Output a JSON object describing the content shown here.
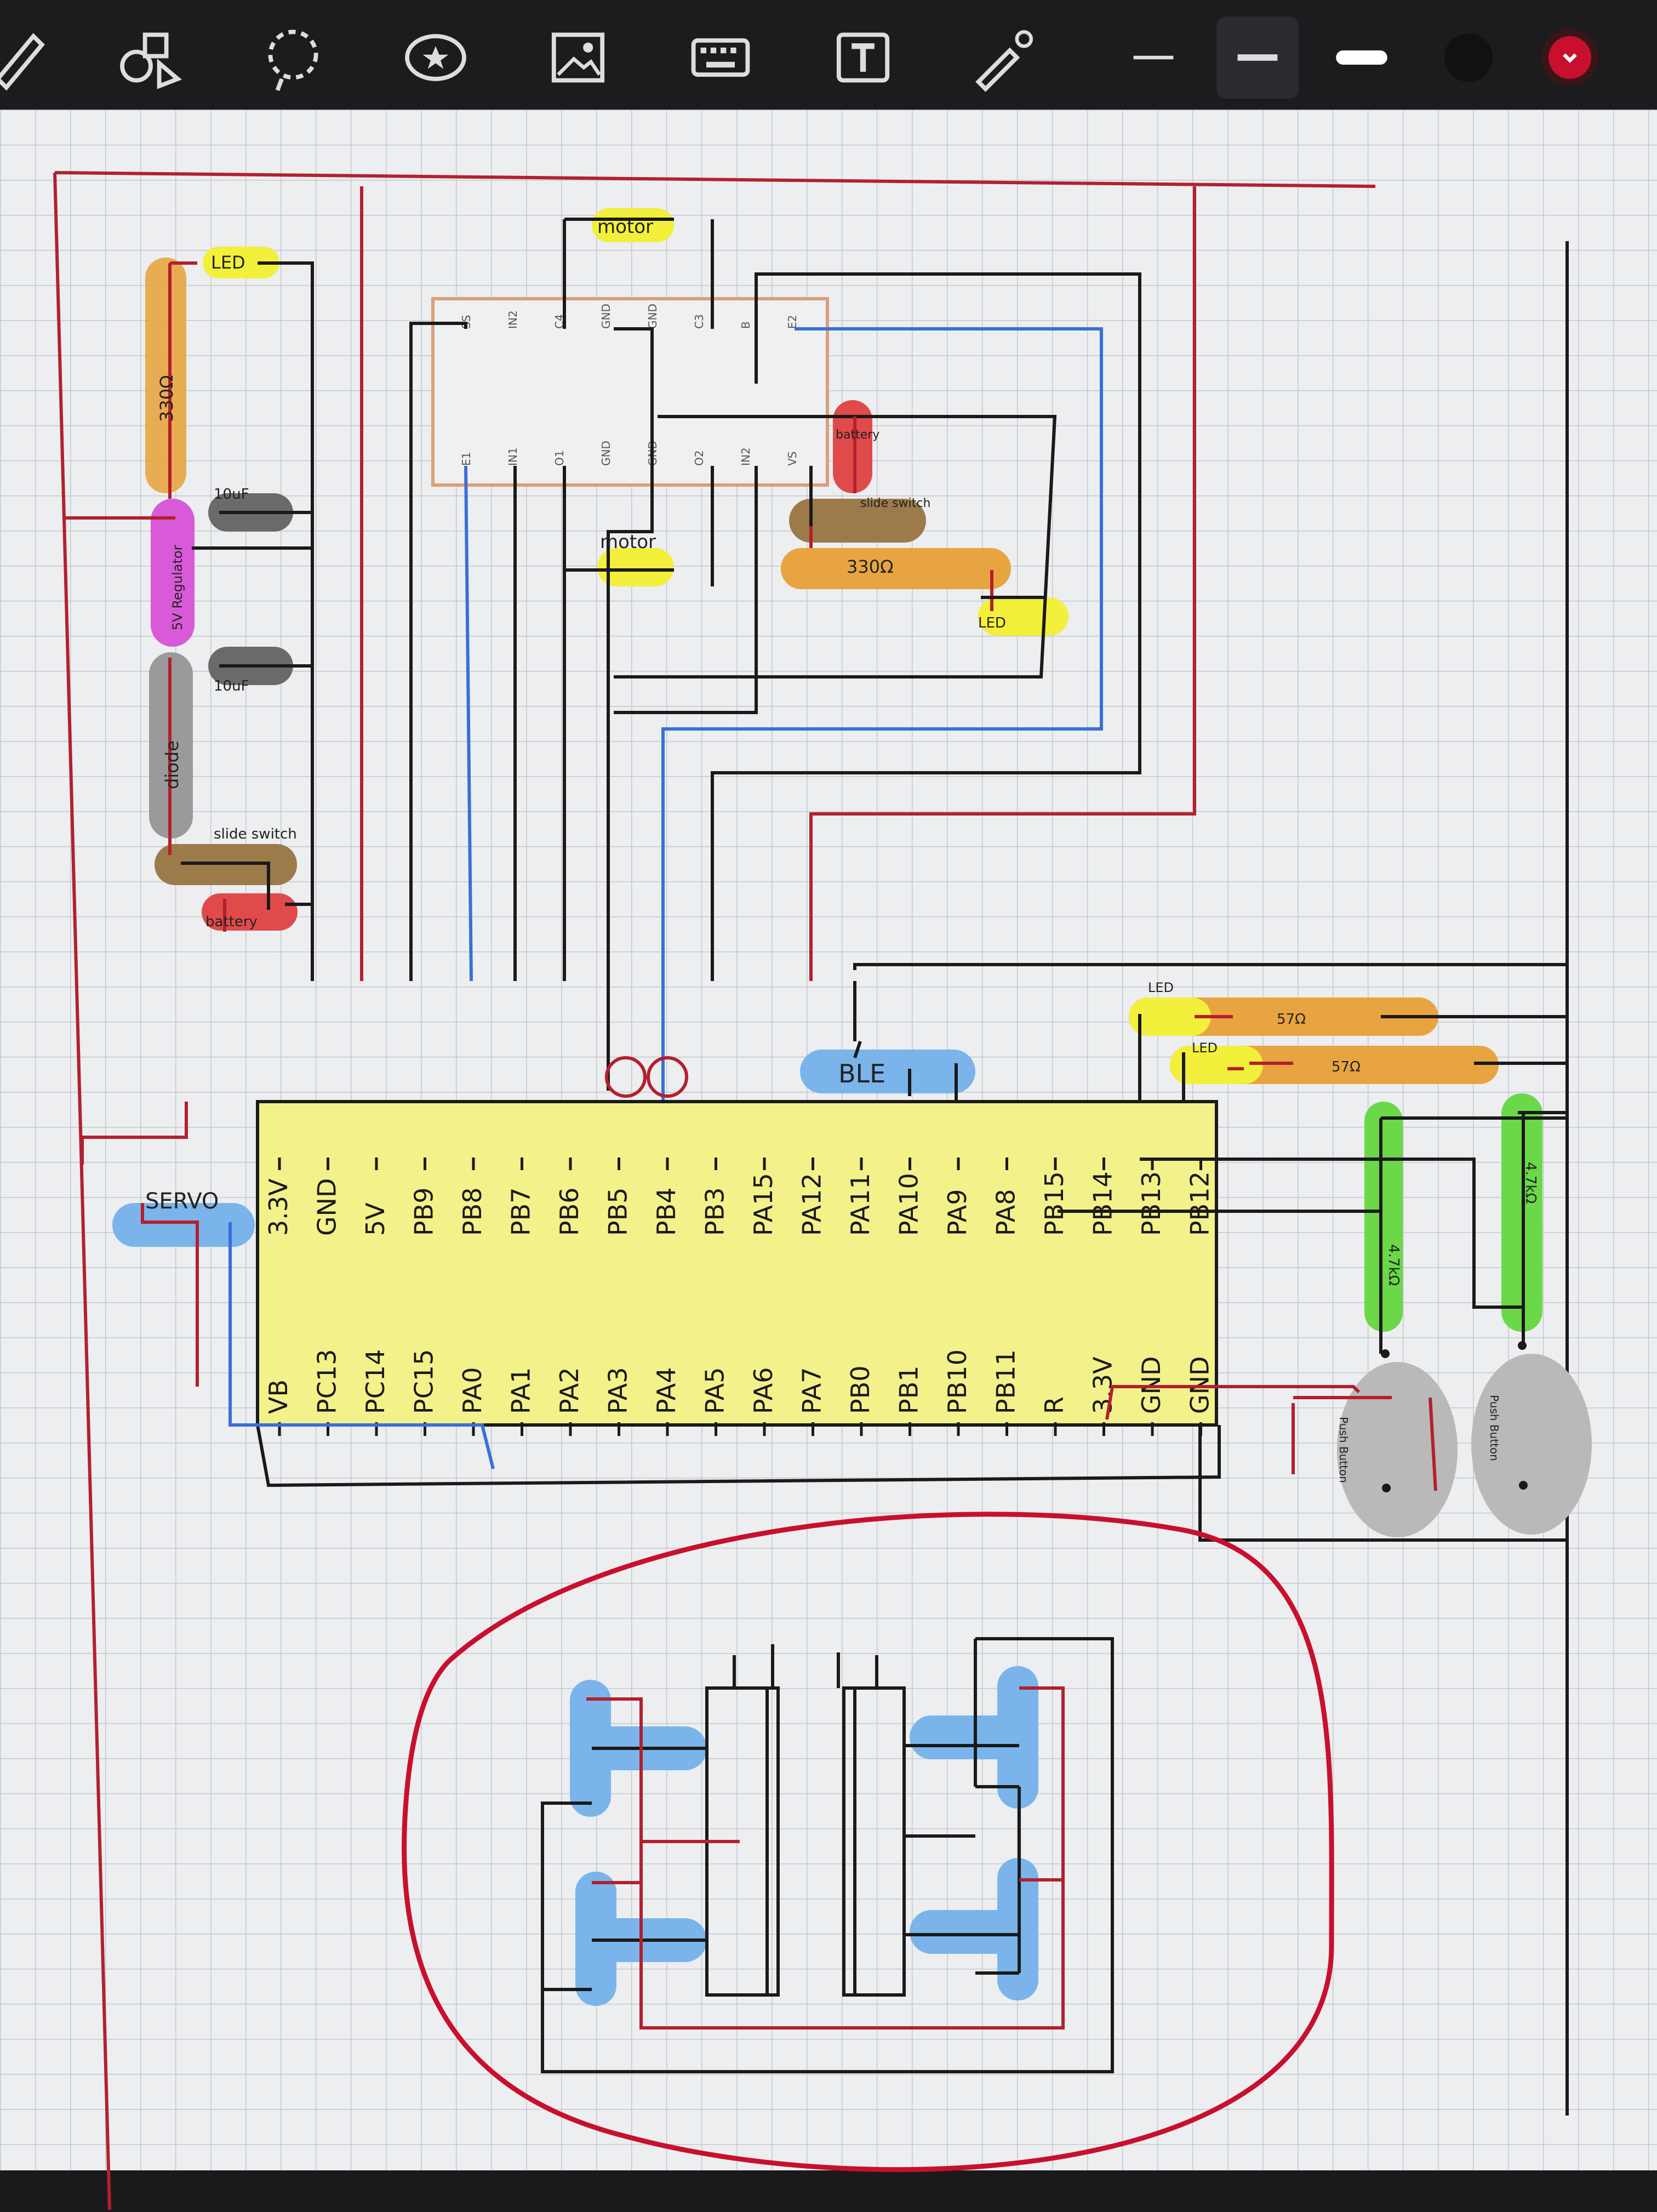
{
  "toolbar": {
    "tools": [
      {
        "name": "pen-icon"
      },
      {
        "name": "shapes-icon"
      },
      {
        "name": "lasso-icon"
      },
      {
        "name": "sticker-icon"
      },
      {
        "name": "image-icon"
      },
      {
        "name": "keyboard-icon"
      },
      {
        "name": "text-box-icon"
      },
      {
        "name": "laser-pointer-icon"
      },
      {
        "name": "stroke-thin-icon"
      },
      {
        "name": "stroke-medium-icon"
      },
      {
        "name": "stroke-thick-icon"
      },
      {
        "name": "color-black-swatch"
      },
      {
        "name": "color-red-swatch"
      }
    ],
    "accent_colors": {
      "black": "#111111",
      "red": "#c8102e"
    }
  },
  "diagram": {
    "mcu": {
      "top_pins": [
        "3.3V",
        "GND",
        "5V",
        "PB9",
        "PB8",
        "PB7",
        "PB6",
        "PB5",
        "PB4",
        "PB3",
        "PA15",
        "PA12",
        "PA11",
        "PA10",
        "PA9",
        "PA8",
        "PB15",
        "PB14",
        "PB13",
        "PB12"
      ],
      "bottom_pins": [
        "VB",
        "PC13",
        "PC14",
        "PC15",
        "PA0",
        "PA1",
        "PA2",
        "PA3",
        "PA4",
        "PA5",
        "PA6",
        "PA7",
        "PB0",
        "PB1",
        "PB10",
        "PB11",
        "R",
        "3.3V",
        "GND",
        "GND"
      ]
    },
    "driver": {
      "top_pins": [
        "SS",
        "IN2",
        "C4",
        "GND",
        "GND",
        "C3",
        "B",
        "E2"
      ],
      "bottom_pins": [
        "E1",
        "IN1",
        "O1",
        "GND",
        "GND",
        "O2",
        "IN2",
        "VS"
      ]
    },
    "labels": {
      "motor_top": "motor",
      "motor_bottom": "motor",
      "led_1": "LED",
      "res_1": "330Ω",
      "cap_1": "10uF",
      "regulator": "5V Regulator",
      "cap_2": "10uF",
      "diode": "diode",
      "slide_switch": "slide switch",
      "battery_1": "battery",
      "battery_2": "battery",
      "slide_switch_2": "slide switch",
      "res_2": "330Ω",
      "led_2": "LED",
      "ble": "BLE",
      "servo": "SERVO",
      "led_3": "LED",
      "res_3": "57Ω",
      "led_4": "LED",
      "res_4": "57Ω",
      "res_5": "4.7kΩ",
      "res_6": "4.7kΩ",
      "button_1": "Push Button",
      "button_2": "Push Button"
    },
    "colors": {
      "grid": "#bfc3c9",
      "paper": "#eceef0",
      "wire_red": "#b3202e",
      "wire_black": "#1a1a1a",
      "wire_blue": "#3b6fd6",
      "mcu_fill": "#f3f18a",
      "highlight_yellow": "#f2f03a",
      "highlight_orange": "#e8a440",
      "highlight_magenta": "#d85ad8",
      "highlight_gray": "#8a8a8a",
      "highlight_brown": "#9c7a4a",
      "highlight_red": "#e04a4a",
      "highlight_blue": "#7ab4ea",
      "highlight_green": "#6ad848"
    }
  }
}
